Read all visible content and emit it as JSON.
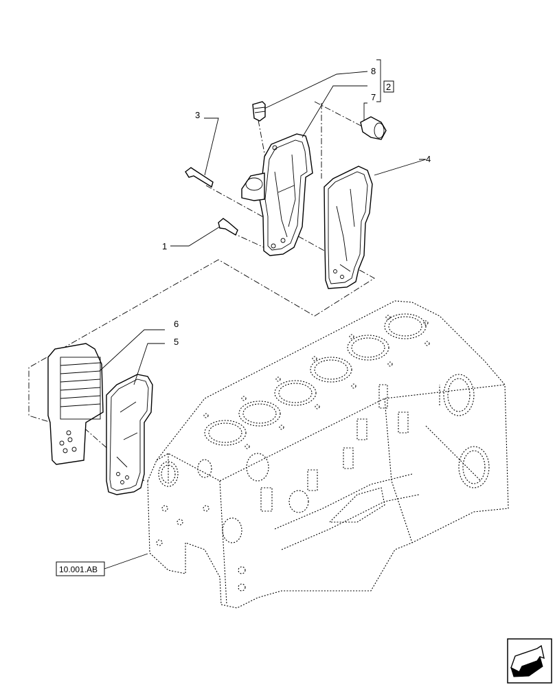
{
  "callouts": {
    "c1": "1",
    "c2": "2",
    "c3": "3",
    "c4": "4",
    "c5": "5",
    "c6": "6",
    "c7": "7",
    "c8": "8"
  },
  "reference_label": "10.001.AB",
  "icons": {
    "navigation": "next-arrow-icon"
  },
  "colors": {
    "line": "#000000",
    "background": "#ffffff"
  }
}
